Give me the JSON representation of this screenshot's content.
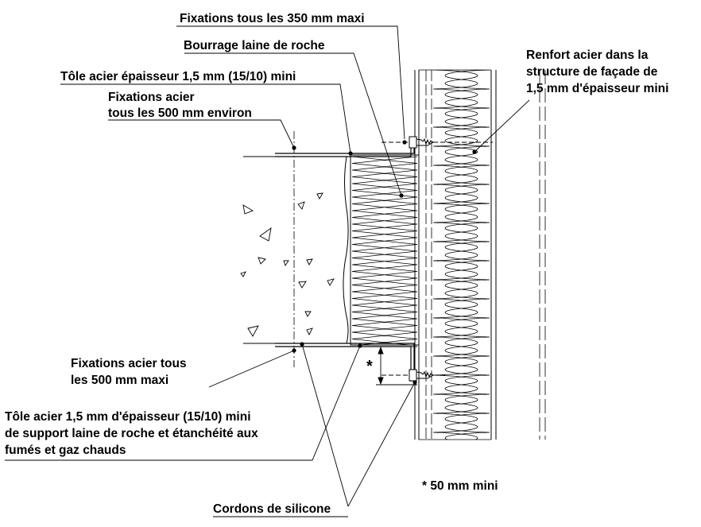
{
  "labels": {
    "fixations_350_l1": "Fixations tous les 350 mm maxi",
    "bourrage_l1": "Bourrage laine de roche",
    "tole_top_l1": "Tôle acier épaisseur 1,5 mm (15/10) mini",
    "fixations_500_env_l1": "Fixations acier",
    "fixations_500_env_l2": "tous les 500 mm environ",
    "renfort_l1": "Renfort acier dans la",
    "renfort_l2": "structure de façade de",
    "renfort_l3": "1,5 mm d'épaisseur mini",
    "fixations_500_maxi_l1": "Fixations acier tous",
    "fixations_500_maxi_l2": "les 500 mm maxi",
    "asterisk": "*",
    "tole_bottom_l1": "Tôle acier 1,5 mm d'épaisseur (15/10) mini",
    "tole_bottom_l2": "de support laine de roche et étanchéité aux",
    "tole_bottom_l3": "fumés et gaz chauds",
    "note_50mm": "* 50 mm mini",
    "cordons": "Cordons de silicone"
  },
  "colors": {
    "line": "#000000",
    "background": "#ffffff"
  }
}
